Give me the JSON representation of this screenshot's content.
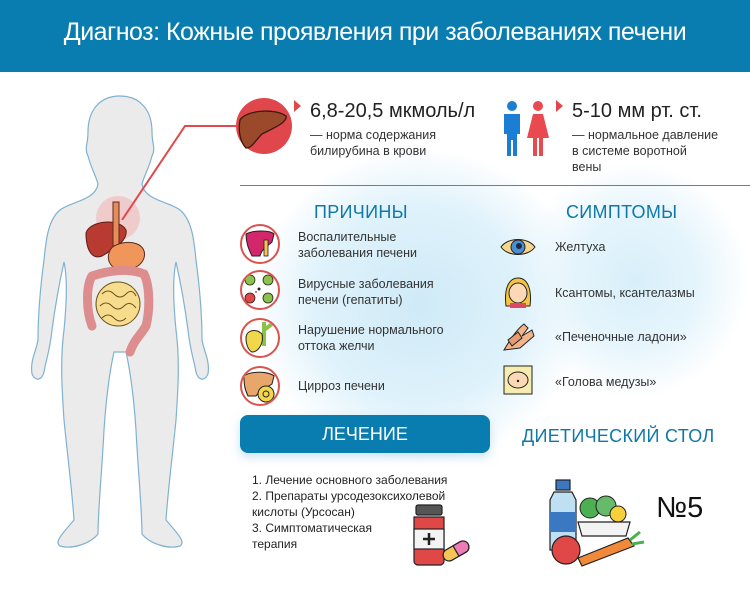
{
  "header": {
    "title": "Диагноз: Кожные проявления при заболеваниях печени",
    "background": "#0a7db0"
  },
  "stats": [
    {
      "icon": "liver-icon",
      "value": "6,8-20,5 мкмоль/л",
      "description": [
        "— норма содержания",
        "билирубина в крови"
      ]
    },
    {
      "icon": "man-woman-icon",
      "value": "5-10 мм рт. ст.",
      "description": [
        "— нормальное давление",
        "в системе воротной",
        "вены"
      ]
    }
  ],
  "causes": {
    "title": "ПРИЧИНЫ",
    "items": [
      {
        "icon": "inflamed-liver-icon",
        "lines": [
          "Воспалительные",
          "заболевания печени"
        ]
      },
      {
        "icon": "virus-icon",
        "lines": [
          "Вирусные заболевания",
          "печени (гепатиты)"
        ]
      },
      {
        "icon": "gallbladder-icon",
        "lines": [
          "Нарушение нормального",
          "оттока желчи"
        ]
      },
      {
        "icon": "cirrhosis-liver-icon",
        "lines": [
          "Цирроз печени"
        ]
      }
    ]
  },
  "symptoms": {
    "title": "СИМПТОМЫ",
    "items": [
      {
        "icon": "eye-icon",
        "label": "Желтуха"
      },
      {
        "icon": "face-icon",
        "label": "Ксантомы, ксантелазмы"
      },
      {
        "icon": "hands-icon",
        "label": "«Печеночные ладони»"
      },
      {
        "icon": "belly-icon",
        "label": "«Голова медузы»"
      }
    ]
  },
  "treatment": {
    "title": "ЛЕЧЕНИЕ",
    "lines": [
      "1.  Лечение основного заболевания",
      "2.  Препараты урсодезоксихолевой",
      "кислоты (Урсосан)",
      "3.  Симптоматическая",
      "терапия"
    ]
  },
  "diet": {
    "title": "ДИЕТИЧЕСКИЙ СТОЛ",
    "number": "№5"
  },
  "colors": {
    "accent_blue": "#0a7db0",
    "title_blue": "#0f78a8",
    "accent_red": "#e0474c"
  }
}
